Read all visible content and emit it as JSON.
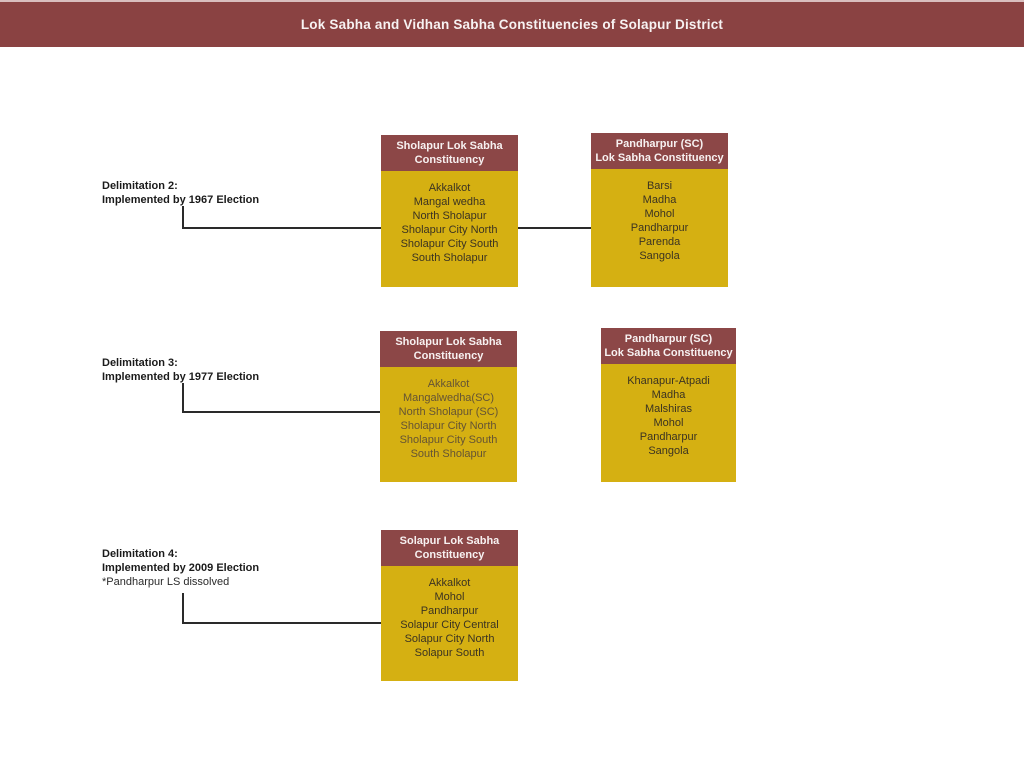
{
  "title_bar": {
    "title": "Lok Sabha and Vidhan Sabha Constituencies of Solapur District"
  },
  "colors": {
    "header_bar": "#8A4242",
    "box_header_maroon": "#8C4747",
    "box_body_gold": "#D5B012",
    "connector": "#2A2A2A"
  },
  "rows": [
    {
      "label_line1": "Delimitation 2:",
      "label_line2": "Implemented by 1967 Election",
      "boxes": [
        {
          "header_line1": "Sholapur Lok Sabha",
          "header_line2": "Constituency",
          "items": [
            "Akkalkot",
            "Mangal wedha",
            "North Sholapur",
            "Sholapur City North",
            "Sholapur City South",
            "South Sholapur"
          ]
        },
        {
          "header_line1": "Pandharpur (SC)",
          "header_line2": "Lok Sabha Constituency",
          "items": [
            "Barsi",
            "Madha",
            "Mohol",
            "Pandharpur",
            "Parenda",
            "Sangola"
          ]
        }
      ]
    },
    {
      "label_line1": "Delimitation 3:",
      "label_line2": "Implemented by 1977 Election",
      "boxes": [
        {
          "header_line1": "Sholapur Lok Sabha",
          "header_line2": "Constituency",
          "items": [
            "Akkalkot",
            "Mangalwedha(SC)",
            "North Sholapur (SC)",
            "Sholapur City North",
            "Sholapur City South",
            "South Sholapur"
          ]
        },
        {
          "header_line1": "Pandharpur (SC)",
          "header_line2": "Lok Sabha Constituency",
          "items": [
            "Khanapur-Atpadi",
            "Madha",
            "Malshiras",
            "Mohol",
            "Pandharpur",
            "Sangola"
          ]
        }
      ]
    },
    {
      "label_line1": "Delimitation 4:",
      "label_line2": "Implemented by 2009 Election",
      "label_note": "*Pandharpur LS dissolved",
      "boxes": [
        {
          "header_line1": "Solapur Lok Sabha",
          "header_line2": "Constituency",
          "items": [
            "Akkalkot",
            "Mohol",
            "Pandharpur",
            "Solapur City Central",
            "Solapur City North",
            "Solapur South"
          ]
        }
      ]
    }
  ]
}
